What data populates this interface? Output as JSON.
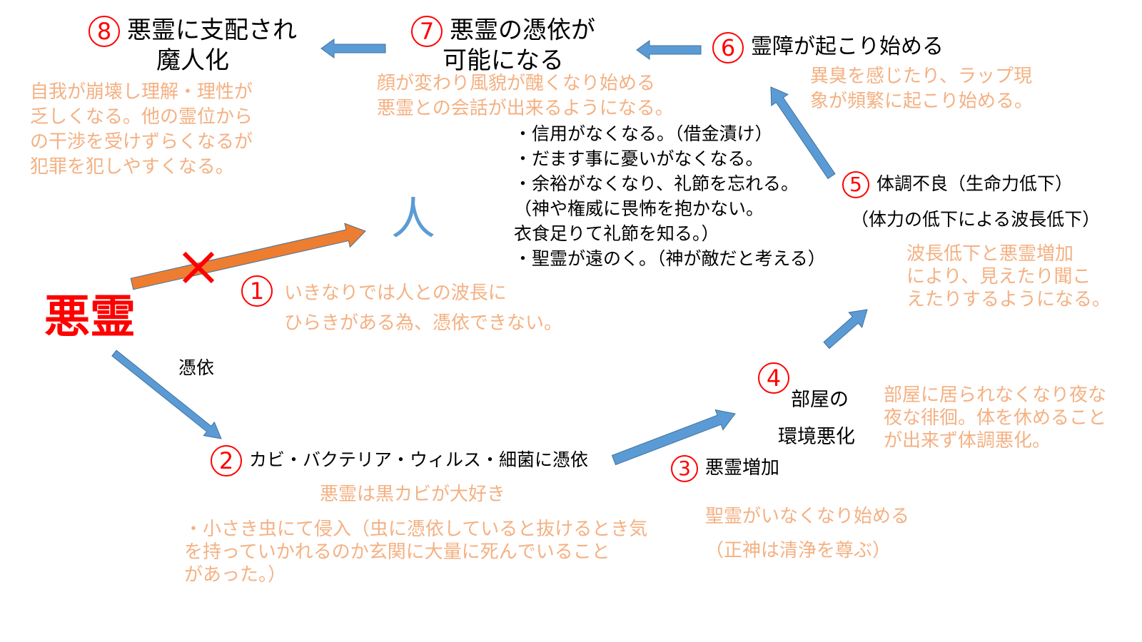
{
  "colors": {
    "arrow_blue": "#5B9BD5",
    "arrow_orange": "#ED7D31",
    "red": "#FF0000",
    "note_orange": "#F4B183"
  },
  "center": {
    "label": "悪霊",
    "person_glyph": "人",
    "possess_label": "憑依"
  },
  "steps": [
    {
      "num": "1",
      "title": "",
      "notes": [
        "いきなりでは人との波長に",
        "ひらきがある為、憑依できない。"
      ]
    },
    {
      "num": "2",
      "title": "カビ・バクテリア・ウィルス・細菌に憑依",
      "notes": [
        "悪霊は黒カビが大好き"
      ],
      "extra": [
        "・小さき虫にて侵入（虫に憑依していると抜けるとき気",
        "を持っていかれるのか玄関に大量に死んでいること",
        "があった。）"
      ]
    },
    {
      "num": "3",
      "title": "悪霊増加",
      "notes": [
        "聖霊がいなくなり始める",
        "（正神は清浄を尊ぶ）"
      ]
    },
    {
      "num": "4",
      "title_lines": [
        "部屋の",
        "環境悪化"
      ],
      "notes": [
        "部屋に居られなくなり夜な",
        "夜な徘徊。体を休めること",
        "が出来ず体調悪化。"
      ]
    },
    {
      "num": "5",
      "title": "体調不良（生命力低下）",
      "subtitle": "（体力の低下による波長低下）",
      "notes": [
        "波長低下と悪霊増加",
        "により、見えたり聞こ",
        "えたりするようになる。"
      ]
    },
    {
      "num": "6",
      "title": "霊障が起こり始める",
      "notes": [
        "異臭を感じたり、ラップ現",
        "象が頻繁に起こり始める。"
      ]
    },
    {
      "num": "7",
      "title_lines": [
        "悪霊の憑依が",
        "可能になる"
      ],
      "notes": [
        "顔が変わり風貌が醜くなり始める",
        "悪霊との会話が出来るようになる。"
      ],
      "effects": [
        "・信用がなくなる。（借金漬け）",
        "・だます事に憂いがなくなる。",
        "・余裕がなくなり、礼節を忘れる。",
        "（神や権威に畏怖を抱かない。",
        "衣食足りて礼節を知る。）",
        "・聖霊が遠のく。（神が敵だと考える）"
      ]
    },
    {
      "num": "8",
      "title_lines": [
        "悪霊に支配され",
        "魔人化"
      ],
      "notes": [
        "自我が崩壊し理解・理性が",
        "乏しくなる。他の霊位から",
        "の干渉を受けずらくなるが",
        "犯罪を犯しやすくなる。"
      ]
    }
  ]
}
